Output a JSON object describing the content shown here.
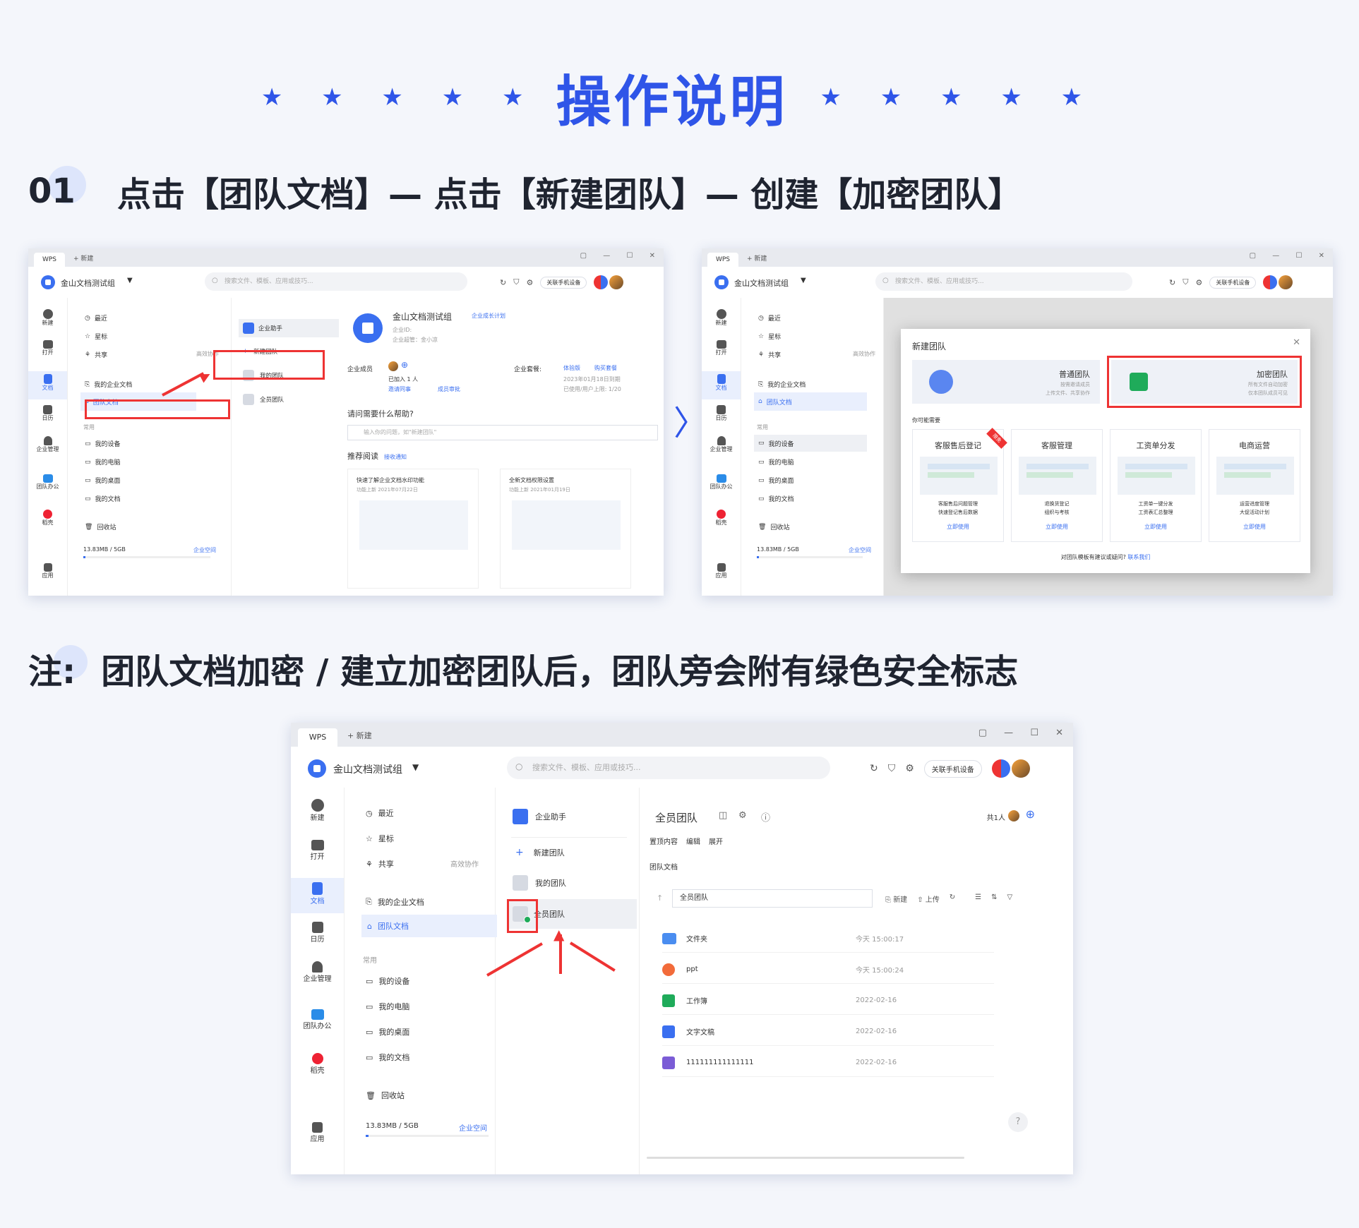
{
  "header": {
    "title": "操作说明",
    "stars_left": "★ ★ ★ ★ ★",
    "stars_right": "★ ★ ★ ★ ★",
    "step_num": "01",
    "step_text": "点击【团队文档】— 点击【新建团队】— 创建【加密团队】",
    "note_label": "注:",
    "note_text": "团队文档加密 / 建立加密团队后，团队旁会附有绿色安全标志"
  },
  "common": {
    "tab": "WPS",
    "new_tab": "+ 新建",
    "window_controls": "▢ — ☐ ✕",
    "workspace": "金山文档测试组",
    "search_placeholder": "搜索文件、模板、应用或技巧...",
    "link_device": "关联手机设备",
    "rail": [
      "新建",
      "打开",
      "文档",
      "日历",
      "企业管理",
      "团队办公",
      "稻壳",
      "应用"
    ],
    "nav_top": [
      "最近",
      "星标",
      "共享"
    ],
    "collab": "高效协作",
    "nav_ent": [
      "我的企业文档",
      "团队文档"
    ],
    "common_label": "常用",
    "nav_common": [
      "我的设备",
      "我的电脑",
      "我的桌面",
      "我的文档",
      "回收站"
    ],
    "storage": "13.83MB / 5GB",
    "storage_link": "企业空间"
  },
  "shot1": {
    "teams": [
      "企业助手",
      "新建团队",
      "我的团队",
      "全员团队"
    ],
    "ent_name": "金山文档测试组",
    "ent_plan": "企业成长计划",
    "ent_id": "企业ID:",
    "ent_admin": "企业超管：金小凉",
    "members_label": "企业成员",
    "members_added": "已加入 1 人",
    "invite": "邀请同事",
    "member_mgmt": "成员审批",
    "plan_label": "企业套餐:",
    "plan_trial": "体验版",
    "plan_buy": "购买套餐",
    "plan_expire": "2023年01月18日到期",
    "plan_usage": "已使用/用户上限: 1/20",
    "help_q": "请问需要什么帮助?",
    "help_placeholder": "输入你的问题，如\"新建团队\"",
    "recommend": "推荐阅读",
    "recommend_link": "接收通知",
    "card1_title": "快速了解企业文档水印功能",
    "card1_sub": "功能上新 2021年07月22日",
    "card2_title": "全新文档权限设置",
    "card2_sub": "功能上新 2021年01月19日"
  },
  "shot2": {
    "modal_title": "新建团队",
    "normal_team": "普通团队",
    "normal_desc1": "按需邀请成员",
    "normal_desc2": "上传文件、共享协作",
    "secure_team": "加密团队",
    "secure_desc1": "所有文件自动加密",
    "secure_desc2": "仅本团队成员可见",
    "may_need": "你可能需要",
    "templates": [
      {
        "name": "客服售后登记",
        "d1": "客服售后问题管理",
        "d2": "快速登记售后数据",
        "use": "立即使用",
        "tag": "限免"
      },
      {
        "name": "客服管理",
        "d1": "退换货登记",
        "d2": "组织与考核",
        "use": "立即使用",
        "tag": ""
      },
      {
        "name": "工资单分发",
        "d1": "工资单一键分发",
        "d2": "工资表汇总整理",
        "use": "立即使用",
        "tag": ""
      },
      {
        "name": "电商运营",
        "d1": "运营进度管理",
        "d2": "大促活动计划",
        "use": "立即使用",
        "tag": ""
      }
    ],
    "suggest": "对团队模板有建议或疑问?",
    "contact": "联系我们"
  },
  "shot3": {
    "teams": [
      "企业助手",
      "新建团队",
      "我的团队",
      "全员团队"
    ],
    "team_title": "全员团队",
    "count": "共1人",
    "pinned": "置顶内容",
    "edit": "编辑",
    "expand": "展开",
    "team_docs": "团队文档",
    "path": "全员团队",
    "act_new": "新建",
    "act_upload": "上传",
    "files": [
      {
        "name": "文件夹",
        "time": "今天 15:00:17",
        "color": "#4a8df0"
      },
      {
        "name": "ppt",
        "time": "今天 15:00:24",
        "color": "#f26b3a"
      },
      {
        "name": "工作簿",
        "time": "2022-02-16",
        "color": "#1fab5a"
      },
      {
        "name": "文字文稿",
        "time": "2022-02-16",
        "color": "#3a6ff0"
      },
      {
        "name": "111111111111111",
        "time": "2022-02-16",
        "color": "#7b5cd6"
      }
    ]
  }
}
